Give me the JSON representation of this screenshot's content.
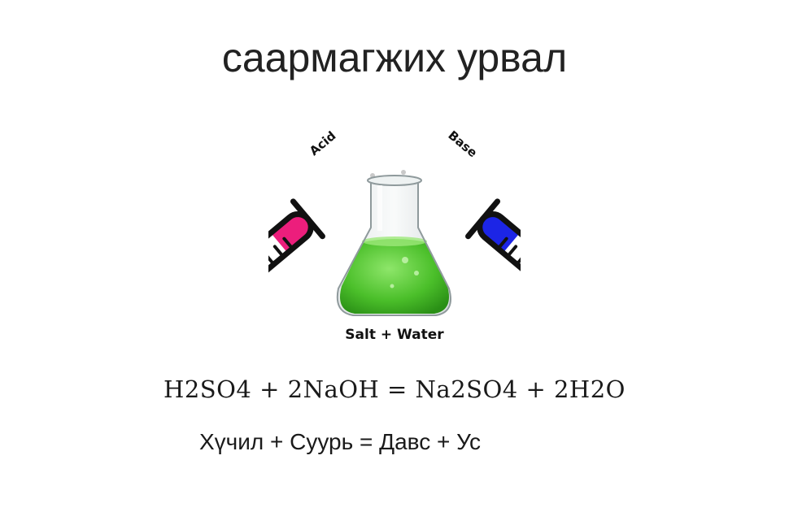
{
  "slide": {
    "title": "саармагжих урвал",
    "illustration": {
      "acid_label": "Acid",
      "base_label": "Base",
      "product_label": "Salt + Water",
      "acid_color": "#ec1e7c",
      "base_color": "#1c25e6",
      "flask_color": "#4bbf2a"
    },
    "chemical_equation": "H2SO4 + 2NaOH = Na2SO4 + 2H2O",
    "word_equation": "Хүчил + Суурь = Давс + Ус"
  }
}
